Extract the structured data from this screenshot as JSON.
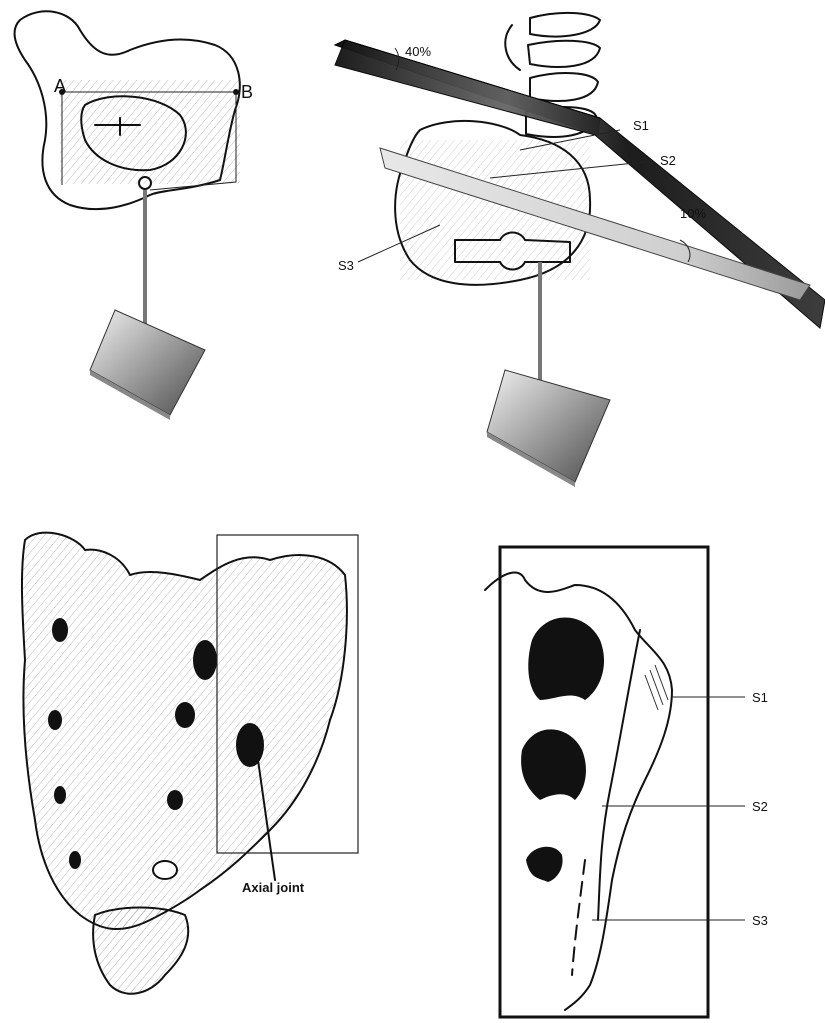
{
  "panel_a": {
    "point_a_label": "A",
    "point_b_label": "B"
  },
  "panel_b": {
    "angle_upper_label": "40%",
    "angle_lower_label": "10%",
    "s1_label": "S1",
    "s2_label": "S2",
    "s3_label": "S3"
  },
  "panel_c": {
    "axial_joint_label": "Axial joint"
  },
  "panel_d": {
    "s1_label": "S1",
    "s2_label": "S2",
    "s3_label": "S3"
  },
  "colors": {
    "ink": "#111111",
    "dark_bar": "#1a1a1a",
    "light_bar": "#d9d9d9",
    "stand_light": "#eeeeee",
    "stand_dark": "#555555"
  }
}
